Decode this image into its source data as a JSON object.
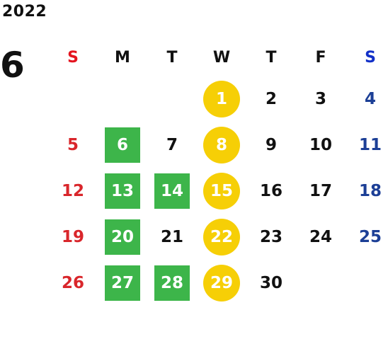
{
  "year": "2022",
  "month": "6",
  "colors": {
    "sunday": "#d9262b",
    "saturday": "#1c3f96",
    "green_highlight": "#3db54a",
    "yellow_highlight": "#f6cf06"
  },
  "weekdays": [
    "S",
    "M",
    "T",
    "W",
    "T",
    "F",
    "S"
  ],
  "weeks": [
    [
      {
        "label": "",
        "style": "empty"
      },
      {
        "label": "",
        "style": "empty"
      },
      {
        "label": "",
        "style": "empty"
      },
      {
        "label": "1",
        "style": "yellow"
      },
      {
        "label": "2",
        "style": "normal"
      },
      {
        "label": "3",
        "style": "normal"
      },
      {
        "label": "4",
        "style": "sat"
      }
    ],
    [
      {
        "label": "5",
        "style": "sun"
      },
      {
        "label": "6",
        "style": "green"
      },
      {
        "label": "7",
        "style": "normal"
      },
      {
        "label": "8",
        "style": "yellow"
      },
      {
        "label": "9",
        "style": "normal"
      },
      {
        "label": "10",
        "style": "normal"
      },
      {
        "label": "11",
        "style": "sat"
      }
    ],
    [
      {
        "label": "12",
        "style": "sun"
      },
      {
        "label": "13",
        "style": "green"
      },
      {
        "label": "14",
        "style": "green"
      },
      {
        "label": "15",
        "style": "yellow"
      },
      {
        "label": "16",
        "style": "normal"
      },
      {
        "label": "17",
        "style": "normal"
      },
      {
        "label": "18",
        "style": "sat"
      }
    ],
    [
      {
        "label": "19",
        "style": "sun"
      },
      {
        "label": "20",
        "style": "green"
      },
      {
        "label": "21",
        "style": "normal"
      },
      {
        "label": "22",
        "style": "yellow"
      },
      {
        "label": "23",
        "style": "normal"
      },
      {
        "label": "24",
        "style": "normal"
      },
      {
        "label": "25",
        "style": "sat"
      }
    ],
    [
      {
        "label": "26",
        "style": "sun"
      },
      {
        "label": "27",
        "style": "green"
      },
      {
        "label": "28",
        "style": "green"
      },
      {
        "label": "29",
        "style": "yellow"
      },
      {
        "label": "30",
        "style": "normal"
      },
      {
        "label": "",
        "style": "empty"
      },
      {
        "label": "",
        "style": "empty"
      }
    ]
  ]
}
